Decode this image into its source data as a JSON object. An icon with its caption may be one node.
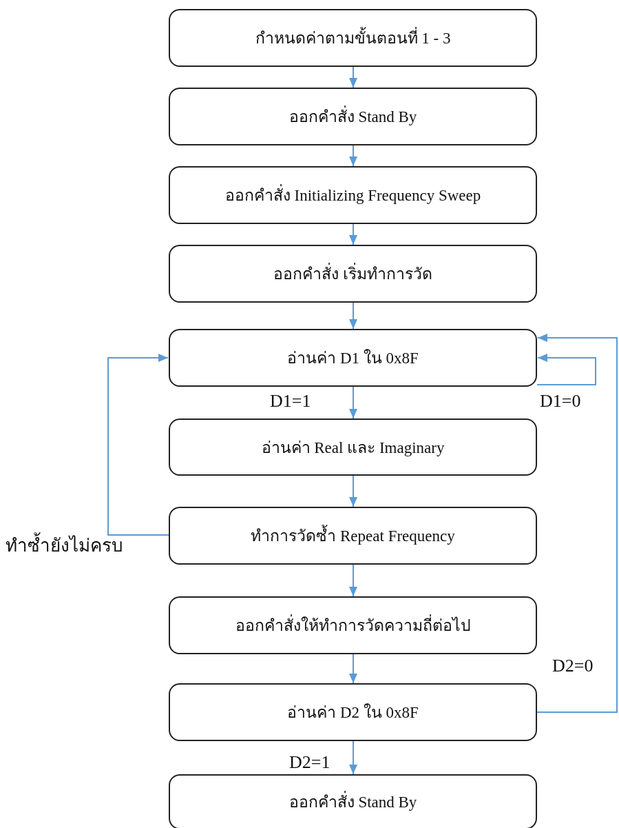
{
  "diagram": {
    "nodes": [
      {
        "text": [
          "กำหนดค่าตามขั้นตอนที่ 1 - 3"
        ]
      },
      {
        "text": [
          "ออกคำสั่ง Stand By"
        ]
      },
      {
        "text": [
          "ออกคำสั่ง Initializing Frequency Sweep"
        ]
      },
      {
        "text": [
          "ออกคำสั่ง เริ่มทำการวัด"
        ]
      },
      {
        "text": [
          "อ่านค่า D1 ใน 0x8F"
        ]
      },
      {
        "text": [
          "อ่านค่า Real และ Imaginary"
        ]
      },
      {
        "text": [
          "ทำการวัดซ้ำ Repeat Frequency"
        ]
      },
      {
        "text": [
          "ออกคำสั่งให้ทำการวัดความถี่ต่อไป"
        ]
      },
      {
        "text": [
          "อ่านค่า D2 ใน 0x8F"
        ]
      },
      {
        "text": [
          "ออกคำสั่ง Stand By"
        ]
      }
    ],
    "edges": [
      {
        "from": 0,
        "to": 1,
        "arrow": "to"
      },
      {
        "from": 1,
        "to": 2,
        "arrow": "to"
      },
      {
        "from": 2,
        "to": 3,
        "arrow": "to"
      },
      {
        "from": 3,
        "to": 4,
        "arrow": "to"
      },
      {
        "from": 4,
        "to": 5,
        "arrow": "to",
        "label": "D1=1"
      },
      {
        "from": 4,
        "to": 4,
        "arrow": "to",
        "label": "D1=0"
      },
      {
        "from": 5,
        "to": 6,
        "arrow": "to"
      },
      {
        "from": 6,
        "to": 4,
        "arrow": "to",
        "label": "ทำซ้ำยังไม่ครบ"
      },
      {
        "from": 6,
        "to": 7,
        "arrow": "to"
      },
      {
        "from": 7,
        "to": 8,
        "arrow": "to"
      },
      {
        "from": 8,
        "to": 4,
        "arrow": "to",
        "label": "D2=0"
      },
      {
        "from": 8,
        "to": 9,
        "arrow": "to",
        "label": "D2=1"
      }
    ]
  }
}
